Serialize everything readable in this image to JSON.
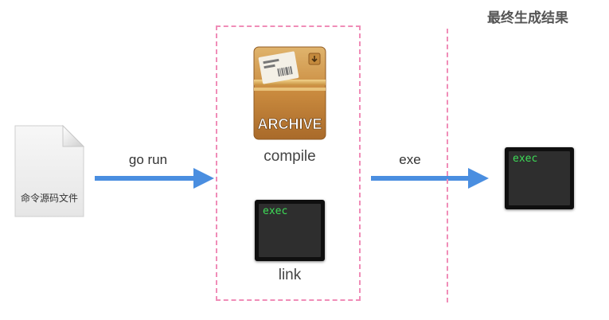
{
  "header": {
    "final_result_title": "最终生成结果"
  },
  "source_file": {
    "icon": "document-icon",
    "label": "命令源码文件"
  },
  "arrows": {
    "go_run_label": "go run",
    "exe_label": "exe",
    "color": "#4a8ee0"
  },
  "build_steps": {
    "archive": {
      "icon": "archive-box-icon",
      "badge": "ARCHIVE",
      "label": "compile"
    },
    "link": {
      "icon": "terminal-icon",
      "screen_text": "exec",
      "label": "link"
    }
  },
  "final_output": {
    "icon": "terminal-icon",
    "screen_text": "exec"
  },
  "colors": {
    "dashed_border": "#f08db8",
    "terminal_text": "#3ddc57",
    "archive_body": "#c98a3e"
  }
}
